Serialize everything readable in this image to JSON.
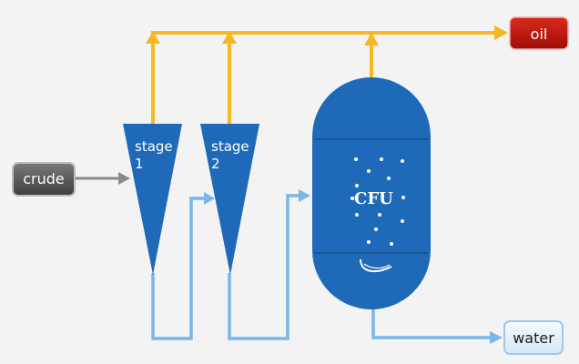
{
  "diagram": {
    "inputs": {
      "crude_label": "crude"
    },
    "outputs": {
      "oil_label": "oil",
      "water_label": "water"
    },
    "stages": [
      {
        "line1": "stage",
        "line2": "1"
      },
      {
        "line1": "stage",
        "line2": "2"
      }
    ],
    "cfu_label": "CFU",
    "colors": {
      "background": "#f3f3f3",
      "vessel_blue": "#1f6ab8",
      "oil_flow": "#f5b820",
      "water_flow": "#79b6ea",
      "crude_flow": "#8a8a8a",
      "oil_box": "#c0140c",
      "crude_box": "#5a5a5a",
      "water_box": "#e6f2fc"
    }
  }
}
